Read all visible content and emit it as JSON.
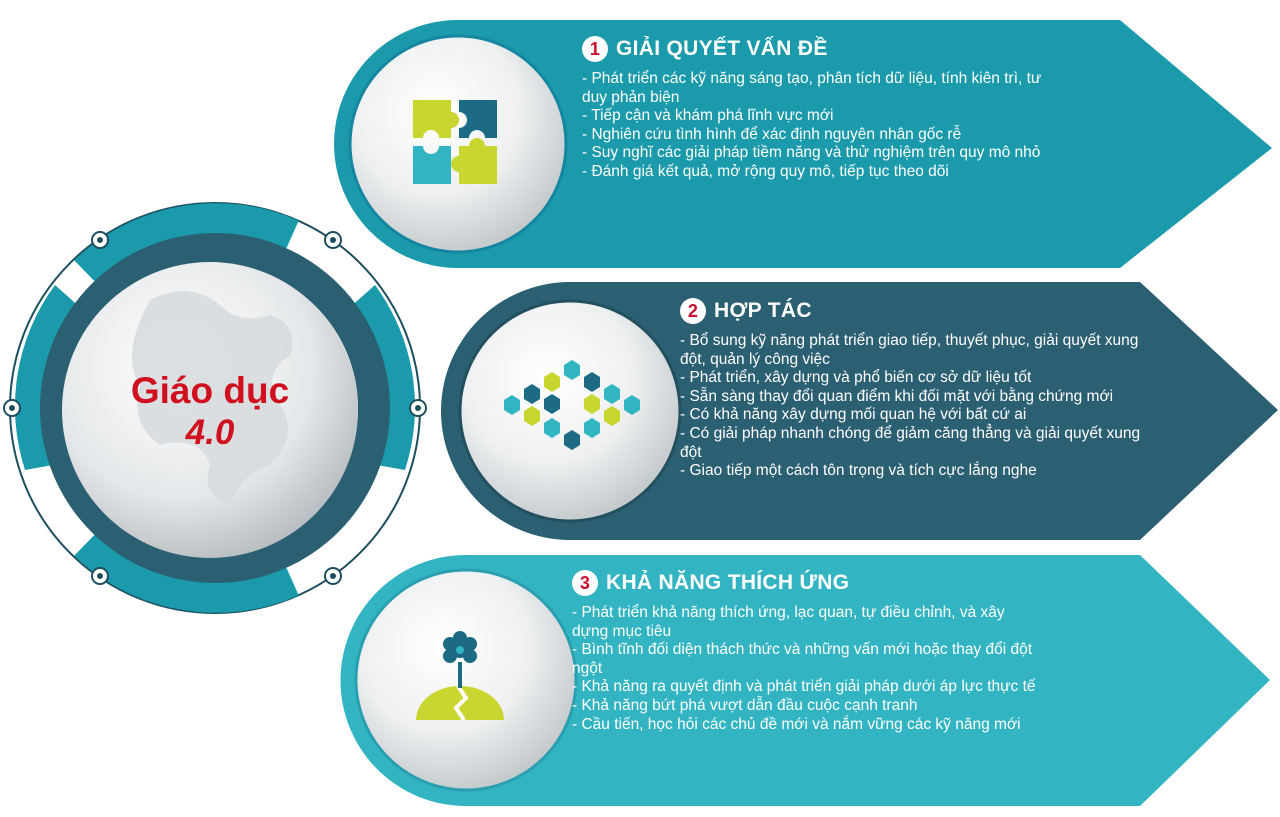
{
  "center": {
    "title_line1": "Giáo dục",
    "title_line2": "4.0"
  },
  "colors": {
    "teal": "#1597a8",
    "teal_light": "#33b4c2",
    "dark_slate": "#2b5f72",
    "lime": "#c9d630",
    "red": "#d0101e",
    "white": "#ffffff"
  },
  "sections": [
    {
      "number": "1",
      "title": "GIẢI QUYẾT VẤN ĐỀ",
      "icon": "puzzle-icon",
      "bullets": [
        "- Phát triển các kỹ năng sáng tạo, phân tích dữ liệu, tính kiên trì, tư duy phản biện",
        "- Tiếp cận và khám phá lĩnh vực mới",
        "- Nghiên cứu tình hình để xác định nguyên nhân gốc rễ",
        "- Suy nghĩ các giải pháp tiềm năng và thử nghiệm trên quy mô nhỏ",
        "- Đánh giá kết quả, mở rộng quy mô, tiếp tục theo dõi"
      ]
    },
    {
      "number": "2",
      "title": "HỢP TÁC",
      "icon": "hexagon-network-icon",
      "bullets": [
        "- Bổ sung kỹ năng phát triển giao tiếp, thuyết phục, giải quyết xung đột, quản lý công việc",
        "- Phát triển, xây dựng và phổ biến cơ sở dữ liệu tốt",
        "- Sẵn sàng thay đổi quan điểm khi đối mặt với bằng chứng mới",
        "- Có khả năng xây dựng mối quan hệ với bất cứ ai",
        "- Có giải pháp nhanh chóng để giảm căng thẳng và giải quyết xung đột",
        "- Giao tiếp một cách tôn trọng và tích cực lắng nghe"
      ]
    },
    {
      "number": "3",
      "title": "KHẢ NĂNG THÍCH ỨNG",
      "icon": "flower-sprout-icon",
      "bullets": [
        "- Phát triển khả năng thích ứng, lạc quan, tự điều chỉnh, và xây dựng mục tiêu",
        "- Bình tĩnh đối diện thách thức và những vấn mới hoặc thay đổi đột ngột",
        "- Khả năng ra quyết định và phát triển giải pháp dưới áp lực thực tế",
        "- Khả năng bứt phá vượt dẫn đầu cuộc cạnh tranh",
        "- Cầu tiến, học hỏi các chủ đề mới và nắm vững các kỹ năng mới"
      ]
    }
  ]
}
